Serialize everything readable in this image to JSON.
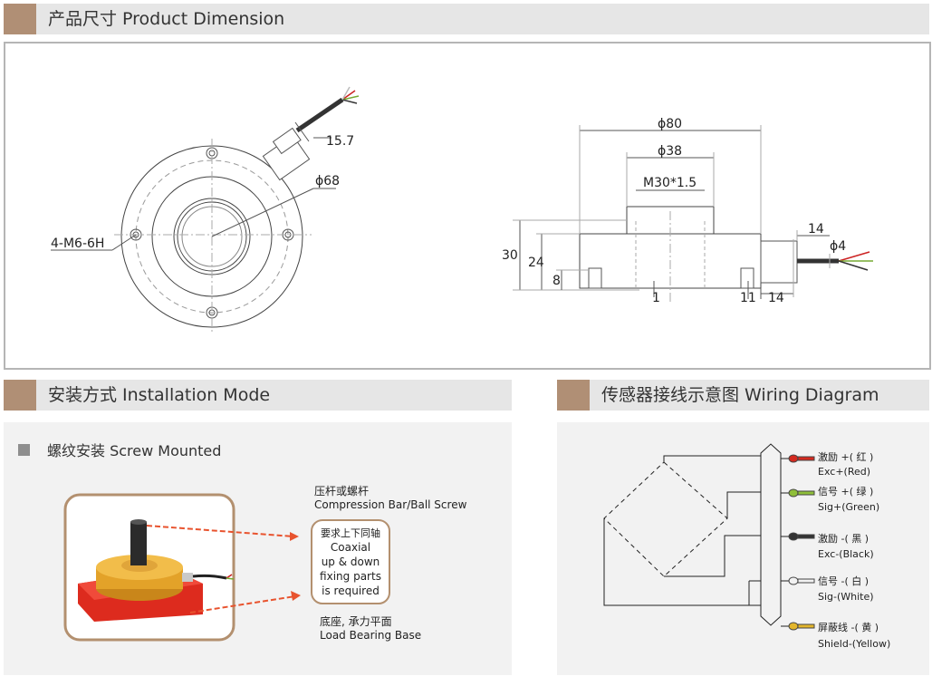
{
  "sections": {
    "product_dimension": "产品尺寸 Product Dimension",
    "installation_mode": "安装方式 Installation Mode",
    "wiring_diagram": "传感器接线示意图 Wiring Diagram"
  },
  "dimension": {
    "top_view": {
      "d68": "ϕ68",
      "d15_7": "15.7",
      "holes": "4-M6-6H"
    },
    "side_view": {
      "d80": "ϕ80",
      "d38": "ϕ38",
      "thread": "M30*1.5",
      "h30": "30",
      "h24": "24",
      "h8": "8",
      "gap1": "1",
      "w11": "11",
      "w14a": "14",
      "w14b": "14",
      "d4": "ϕ4"
    }
  },
  "installation": {
    "subtitle": "螺纹安装 Screw Mounted",
    "bar_cn": "压杆或螺杆",
    "bar_en": "Compression Bar/Ball Screw",
    "note_cn": "要求上下同轴",
    "note_l1": "Coaxial",
    "note_l2": "up & down",
    "note_l3": "fixing parts",
    "note_l4": "is required",
    "base_cn": "底座, 承力平面",
    "base_en": "Load Bearing Base"
  },
  "wiring": {
    "wires": [
      {
        "cn": "激励 +( 红 )",
        "en": "Exc+(Red)",
        "color": "#d42a1f"
      },
      {
        "cn": "信号 +( 绿 )",
        "en": "Sig+(Green)",
        "color": "#8fbf3a"
      },
      {
        "cn": "激励 -( 黑 )",
        "en": "Exc-(Black)",
        "color": "#333333"
      },
      {
        "cn": "信号 -( 白 )",
        "en": "Sig-(White)",
        "color": "#f2f2f2"
      },
      {
        "cn": "屏蔽线 -( 黄 )",
        "en": "Shield-(Yellow)",
        "color": "#e3b62c"
      }
    ]
  },
  "colors": {
    "header_bg": "#e6e6e6",
    "header_accent": "#b08f75",
    "panel_bg": "#f2f2f2",
    "arrow": "#e8532e"
  }
}
